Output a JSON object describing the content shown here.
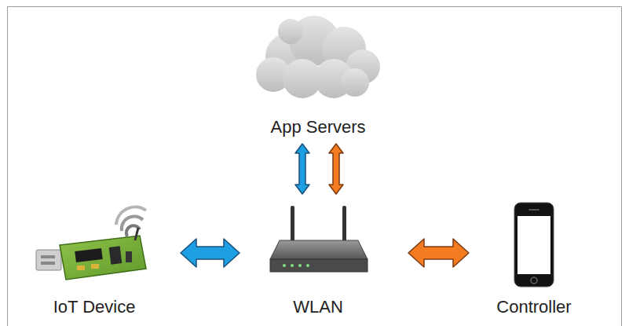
{
  "diagram": {
    "nodes": [
      {
        "text": [
          "App Servers"
        ]
      },
      {
        "text": [
          "IoT Device"
        ]
      },
      {
        "text": [
          "WLAN"
        ]
      },
      {
        "text": [
          "Controller"
        ]
      }
    ],
    "edges": [
      {
        "from": 1,
        "to": 2,
        "arrow": "both"
      },
      {
        "from": 2,
        "to": 3,
        "arrow": "both"
      },
      {
        "from": 2,
        "to": 0,
        "arrow": "both"
      },
      {
        "from": 2,
        "to": 0,
        "arrow": "both"
      }
    ]
  }
}
